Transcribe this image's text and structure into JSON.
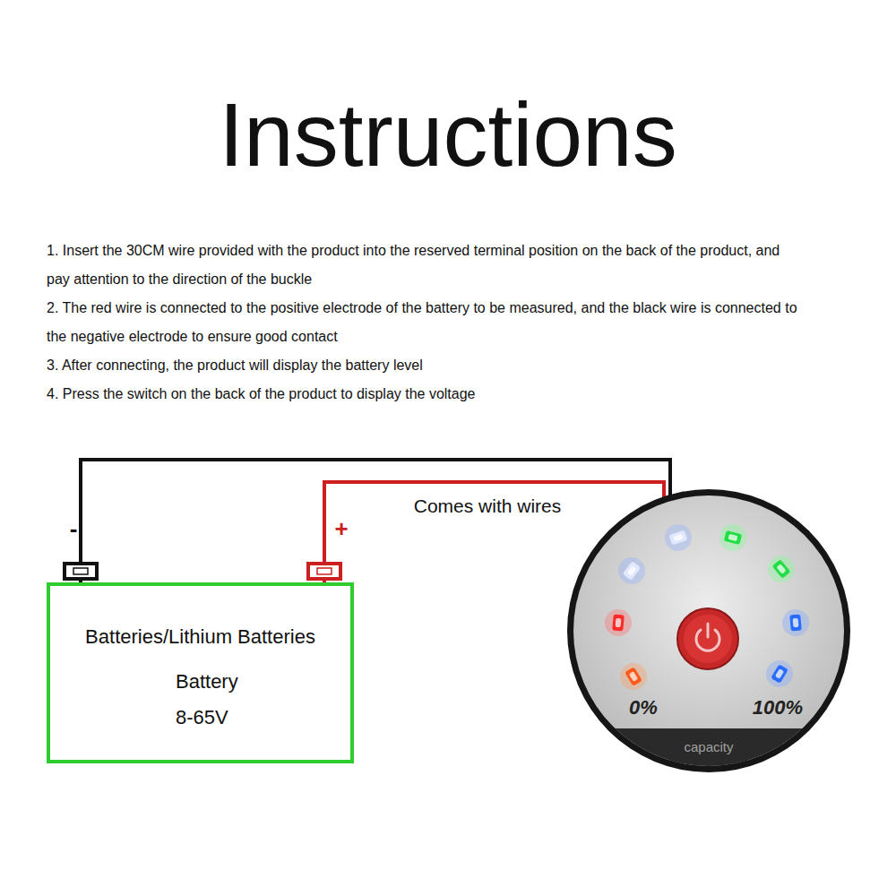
{
  "diagram": {
    "title": "Instructions",
    "nodes": [
      {
        "text": [
          "Batteries/Lithium Batteries",
          "Battery 8-65V"
        ]
      },
      {
        "text": [
          "0%",
          "100%",
          "capacity"
        ]
      }
    ],
    "edges": [
      {
        "from": 0,
        "to": 1,
        "arrow": "none"
      },
      {
        "from": 0,
        "to": 1,
        "label": "Comes with wires",
        "arrow": "none"
      }
    ],
    "labels": [
      "1. Insert the 30CM wire provided with the product into the reserved terminal position on the back of the product, and pay attention to the direction of the buckle",
      "2. The red wire is connected to the positive electrode of the battery to be measured, and the black wire is connected to the negative electrode to ensure good contact",
      "3. After connecting, the product will display the battery level",
      "4. Press the switch on the back of the product to display the voltage",
      "-",
      "+"
    ]
  }
}
